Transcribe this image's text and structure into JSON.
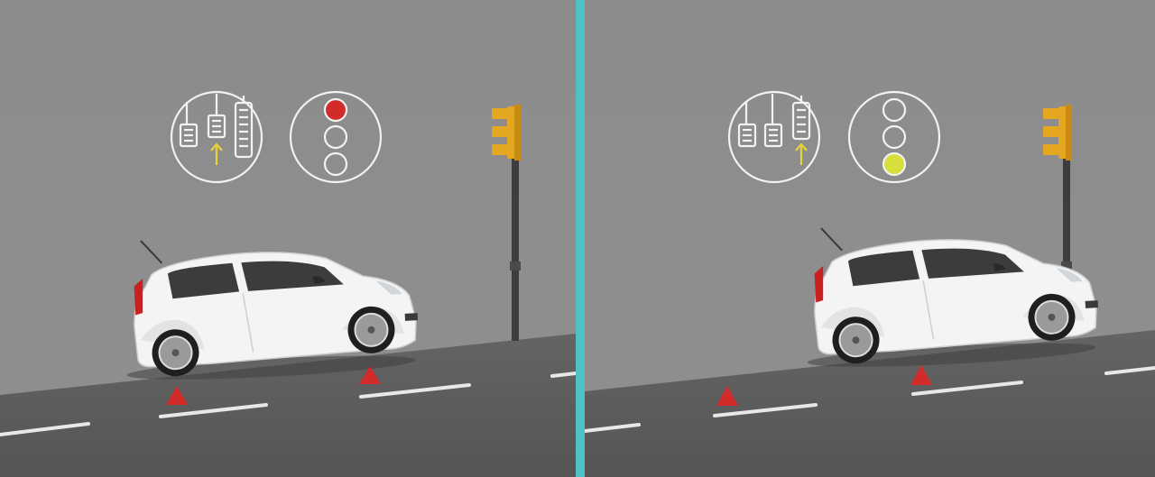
{
  "scene": {
    "divider_color": "#4ec2c2",
    "sky_color": "#8a8a8a",
    "road_color": "#5c5c5c",
    "lane_marking_color": "#e8e8e8",
    "wheel_chock_color": "#d32a2a"
  },
  "panels": [
    {
      "id": "left",
      "pedal_icon": "pedal-set-icon",
      "pedal_arrow_color": "#e8d437",
      "highlighted_pedal": "middle",
      "traffic_light_icon": "traffic-light-icon",
      "active_light": "red",
      "active_light_color": "#d32a2a",
      "car": "white-hatchback",
      "chocks": 2
    },
    {
      "id": "right",
      "pedal_icon": "pedal-set-icon",
      "pedal_arrow_color": "#e8d437",
      "highlighted_pedal": "right",
      "traffic_light_icon": "traffic-light-icon",
      "active_light": "green",
      "active_light_color": "#d7e03a",
      "car": "white-hatchback",
      "chocks": 2
    }
  ]
}
